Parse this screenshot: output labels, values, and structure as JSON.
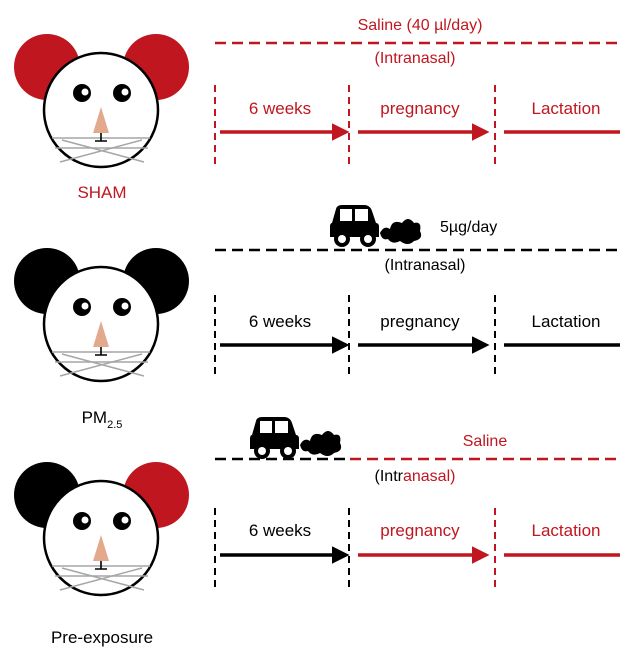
{
  "colors": {
    "red": "#c0161f",
    "black": "#000000",
    "white": "#ffffff",
    "nose": "#e3a98c",
    "whisker": "#a6a6a6"
  },
  "groups": [
    {
      "name": "SHAM",
      "name_sub": "",
      "name_after": "",
      "name_color": "red",
      "left_ear": "red",
      "right_ear": "red",
      "agent_label": "Saline (40 µl/day)",
      "route_label": "(Intranasal)",
      "route_red_part": "",
      "show_car": false,
      "periods": [
        {
          "label": "6 weeks",
          "color": "red"
        },
        {
          "label": "pregnancy",
          "color": "red"
        },
        {
          "label": "Lactation",
          "color": "red"
        }
      ]
    },
    {
      "name": "PM",
      "name_sub": "2.5",
      "name_after": "",
      "name_color": "black",
      "left_ear": "black",
      "right_ear": "black",
      "agent_label": "5µg/day",
      "route_label": "(Intranasal)",
      "route_red_part": "",
      "show_car": true,
      "periods": [
        {
          "label": "6 weeks",
          "color": "black"
        },
        {
          "label": "pregnancy",
          "color": "black"
        },
        {
          "label": "Lactation",
          "color": "black"
        }
      ]
    },
    {
      "name": "Pre-exposure",
      "name_sub": "",
      "name_after": "",
      "name_color": "black",
      "left_ear": "black",
      "right_ear": "red",
      "agent_label": "Saline",
      "route_label": "(Intr",
      "route_red_part": "anasal)",
      "show_car": true,
      "periods": [
        {
          "label": "6 weeks",
          "color": "black"
        },
        {
          "label": "pregnancy",
          "color": "red"
        },
        {
          "label": "Lactation",
          "color": "red"
        }
      ]
    }
  ]
}
